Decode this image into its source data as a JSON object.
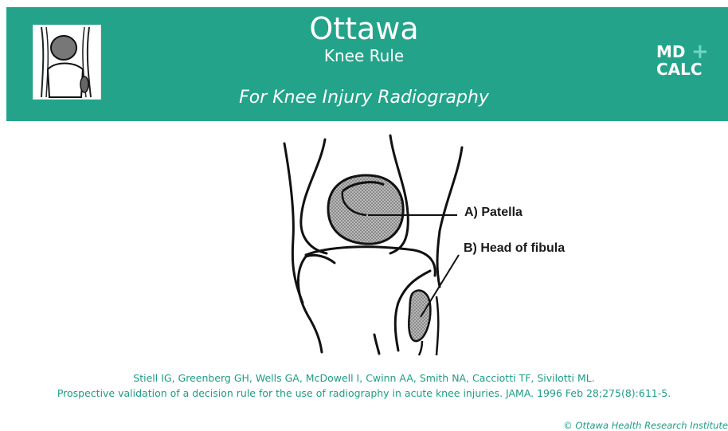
{
  "header": {
    "title": "Ottawa",
    "subtitle": "Knee Rule",
    "tagline": "For Knee Injury Radiography",
    "logo_line1": "MD",
    "logo_plus": "+",
    "logo_line2": "CALC",
    "background_color": "#23a48a"
  },
  "diagram": {
    "label_a": "A) Patella",
    "label_b": "B) Head of fibula"
  },
  "citation": {
    "line1": "Stiell IG, Greenberg GH, Wells GA, McDowell I, Cwinn AA, Smith NA, Cacciotti TF, Sivilotti ML.",
    "line2": "Prospective validation of a decision rule for the use of radiography in acute knee injuries. JAMA. 1996 Feb 28;275(8):611-5."
  },
  "copyright": "© Ottawa Health Research Institute"
}
